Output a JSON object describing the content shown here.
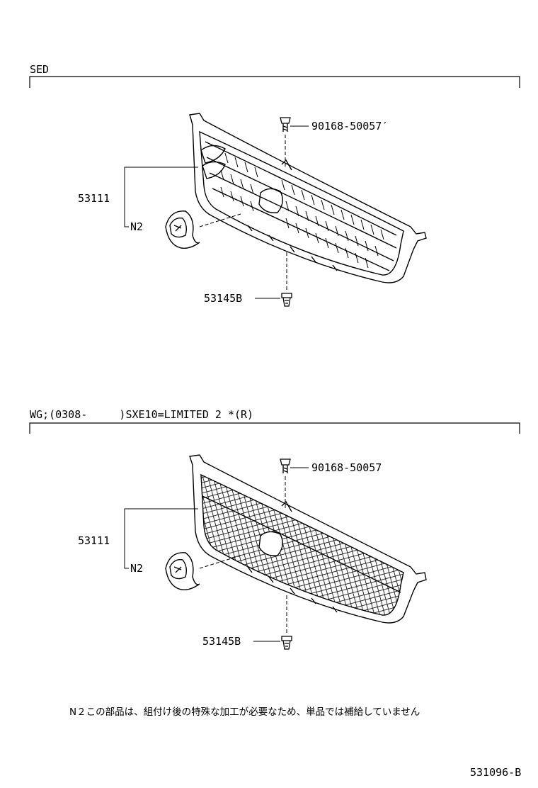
{
  "sections": [
    {
      "title": "SED",
      "parts": {
        "grille": "53111",
        "emblem": "N2",
        "upper_screw": "90168-50057′",
        "lower_clip": "53145B"
      }
    },
    {
      "title": "WG;(0308-     )SXE10=LIMITED 2 *(R)",
      "parts": {
        "grille": "53111",
        "emblem": "N2",
        "upper_screw": "90168-50057",
        "lower_clip": "53145B"
      }
    }
  ],
  "note": "N２この部品は、組付け後の特殊な加工が必要なため、単品では補給していません",
  "figure_number": "531096-B",
  "icons": [
    "grille-icon",
    "mesh-grille-icon",
    "emblem-icon",
    "screw-icon",
    "clip-icon"
  ]
}
